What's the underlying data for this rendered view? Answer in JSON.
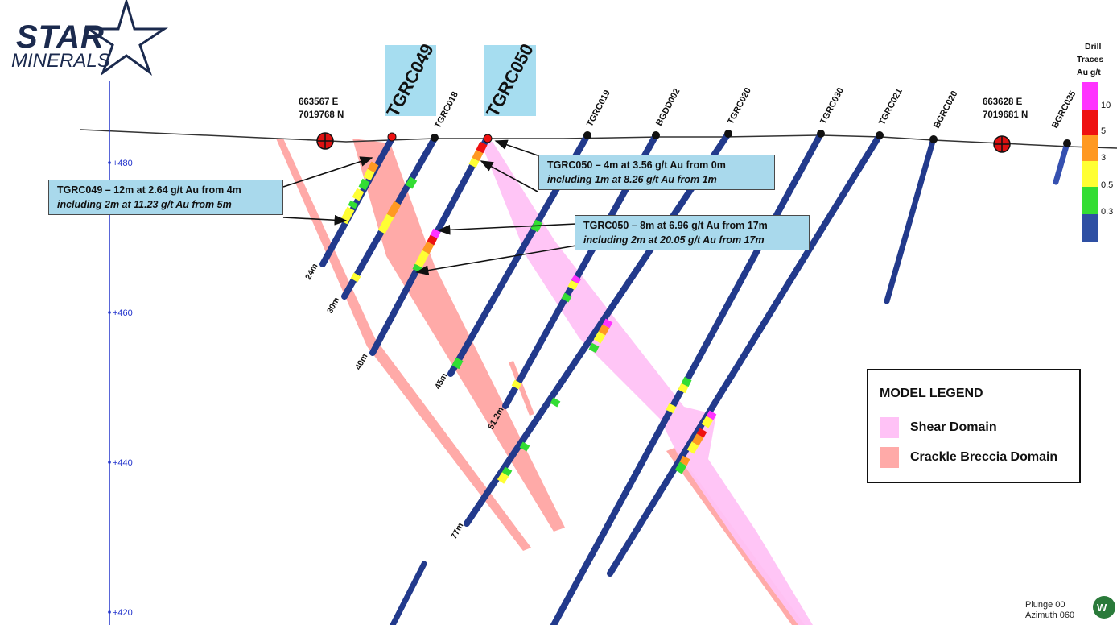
{
  "logo": {
    "line1": "STAR",
    "line2": "MINERALS"
  },
  "collars": [
    {
      "easting": "663567 E",
      "northing": "7019768 N"
    },
    {
      "easting": "663628 E",
      "northing": "7019681 N"
    }
  ],
  "highlighted_holes": [
    "TGRC049",
    "TGRC050"
  ],
  "hole_labels": [
    "TGRC018",
    "TGRC019",
    "BGDD002",
    "TGRC020",
    "TGRC030",
    "TGRC021",
    "BGRC020",
    "BGRC035"
  ],
  "depth_labels": [
    "24m",
    "30m",
    "40m",
    "45m",
    "51.2m",
    "77m"
  ],
  "elevation_ticks": [
    "+480",
    "+460",
    "+440",
    "+420"
  ],
  "callouts": [
    {
      "line1": "TGRC049 – 12m at 2.64 g/t Au from 4m",
      "line2": "including 2m at 11.23 g/t Au from 5m"
    },
    {
      "line1": "TGRC050 – 4m at 3.56 g/t Au from 0m",
      "line2": "including 1m at 8.26 g/t Au from 1m"
    },
    {
      "line1": "TGRC050 – 8m at 6.96 g/t Au from 17m",
      "line2": "including 2m at 20.05 g/t Au from 17m"
    }
  ],
  "grade_legend": {
    "title_lines": [
      "Drill",
      "Traces",
      "Au g/t"
    ],
    "breaks": [
      "10",
      "5",
      "3",
      "0.5",
      "0.3"
    ],
    "colors": [
      "#ff33ff",
      "#ee1111",
      "#ff9922",
      "#ffff33",
      "#33dd33",
      "#2e4fa3"
    ]
  },
  "model_legend": {
    "title": "MODEL LEGEND",
    "items": [
      {
        "label": "Shear Domain",
        "color": "#ffc2f6"
      },
      {
        "label": "Crackle Breccia Domain",
        "color": "#ffaaa8"
      }
    ]
  },
  "orientation": {
    "plunge": "Plunge 00",
    "azimuth": "Azimuth 060"
  },
  "colors": {
    "hole": "#223a8c",
    "logo": "#1b2a4e",
    "axis": "#2233cc"
  }
}
